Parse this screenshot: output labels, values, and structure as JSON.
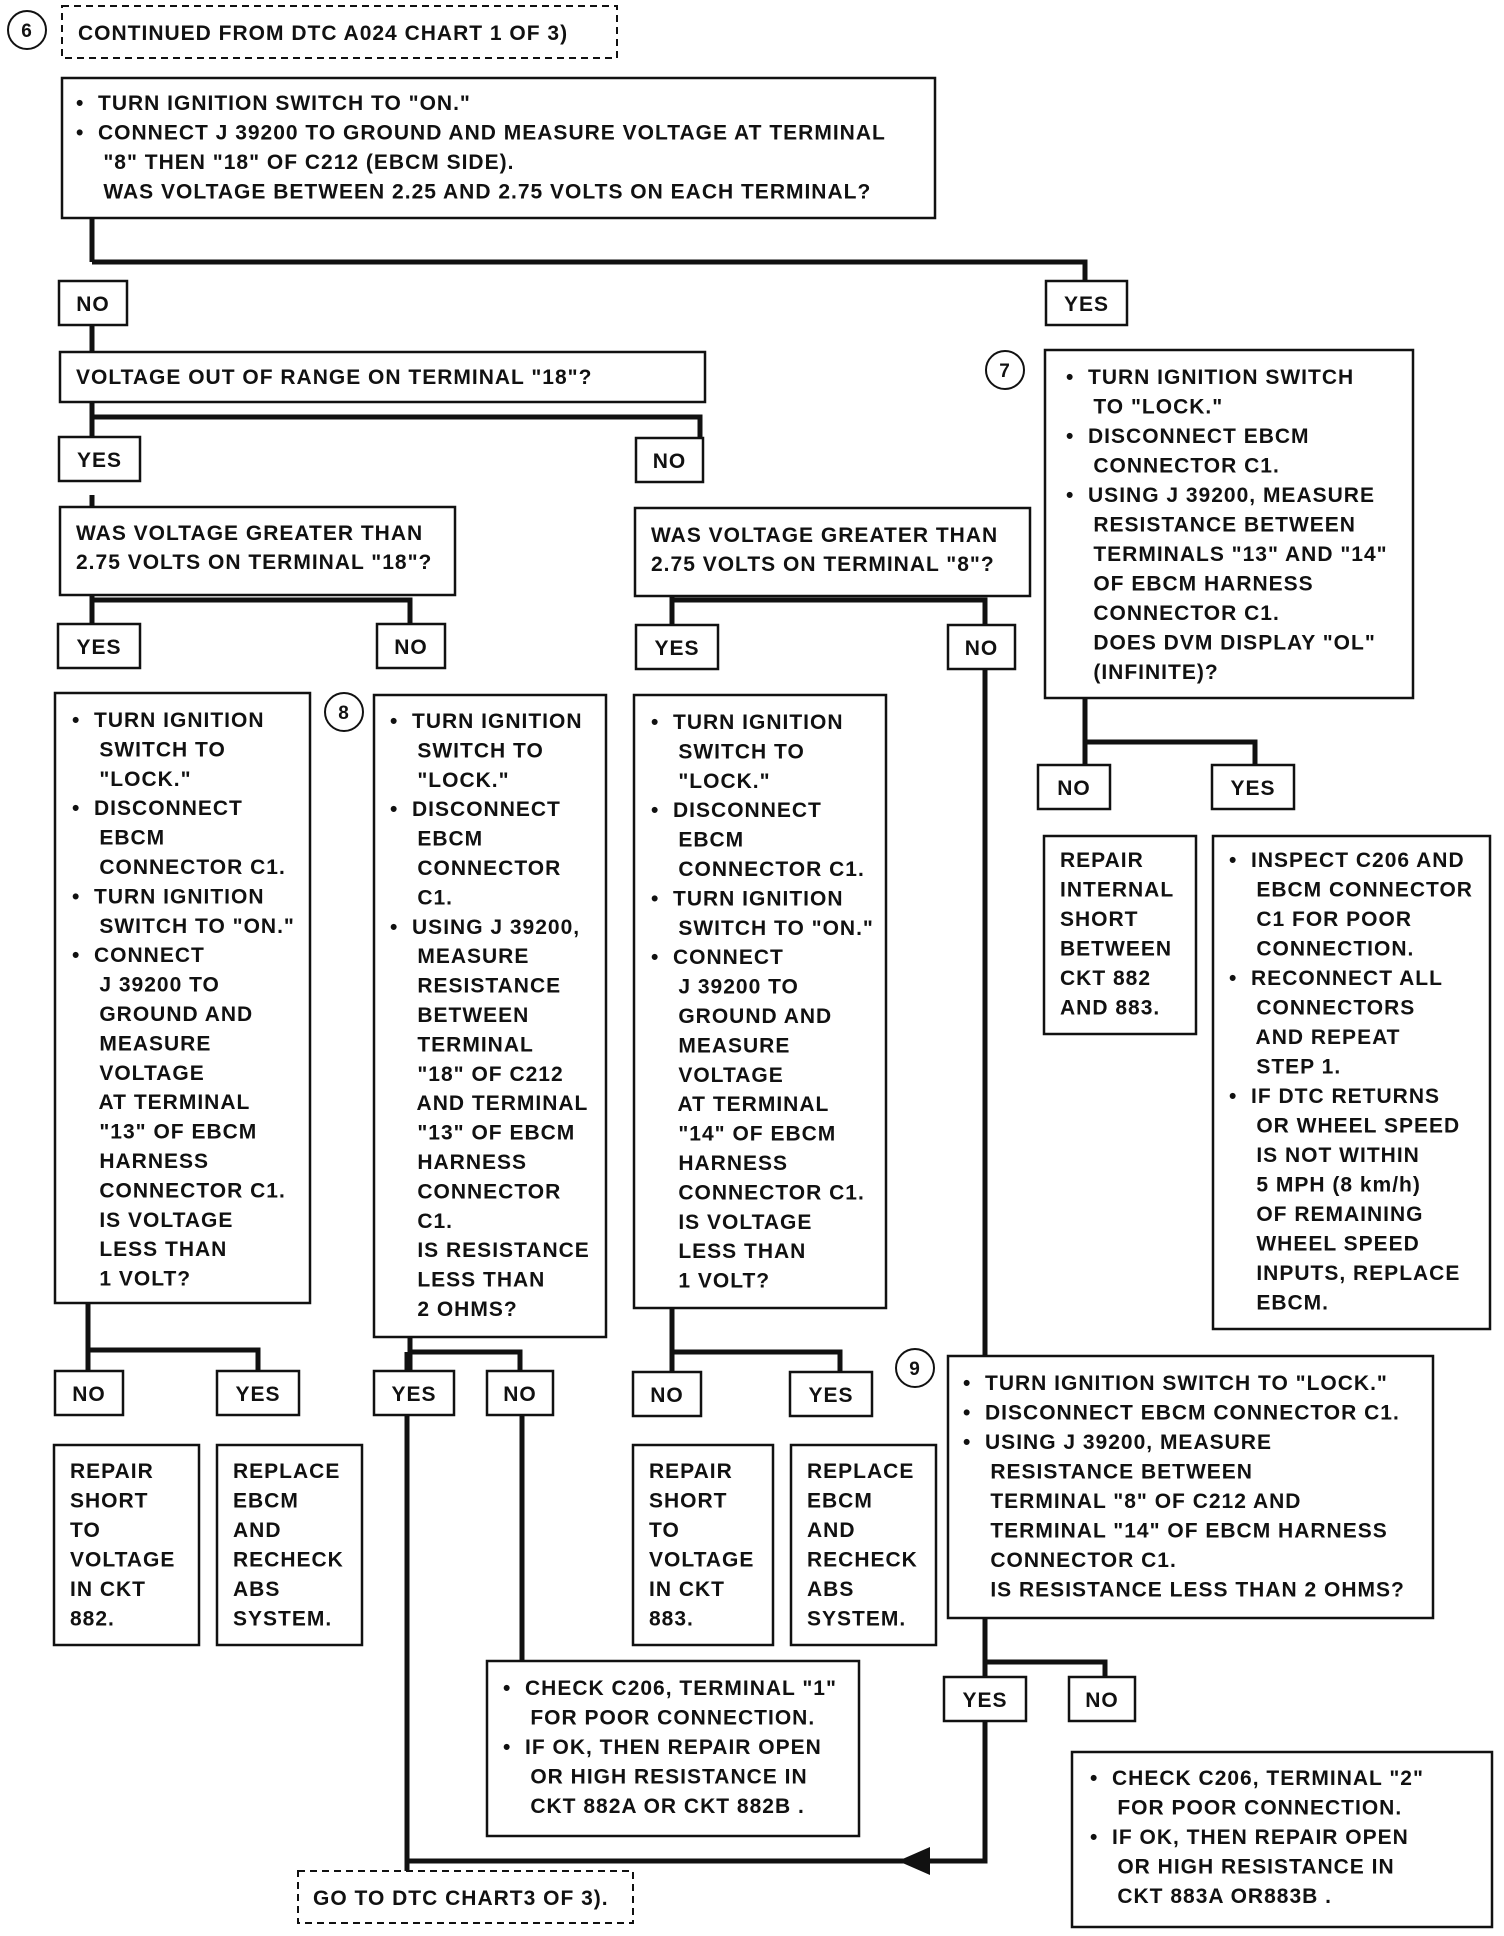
{
  "steps": {
    "s6": "6",
    "s7": "7",
    "s8": "8",
    "s9": "9"
  },
  "header": "CONTINUED FROM DTC A024 CHART  1 OF 3)",
  "footer": "GO TO DTC CHART3 OF 3).",
  "labels": {
    "yes": "YES",
    "no": "NO"
  },
  "boxes": {
    "b1": [
      "•  TURN IGNITION SWITCH TO \"ON.\"",
      "•  CONNECT J 39200 TO GROUND AND MEASURE VOLTAGE AT TERMINAL",
      "    \"8\" THEN \"18\" OF C212 (EBCM SIDE).",
      "    WAS VOLTAGE BETWEEN 2.25 AND 2.75 VOLTS ON EACH TERMINAL?"
    ],
    "q18": [
      "VOLTAGE OUT OF RANGE ON TERMINAL \"18\"?"
    ],
    "gt18": [
      "WAS VOLTAGE GREATER THAN",
      "2.75 VOLTS ON TERMINAL \"18\"?"
    ],
    "gt8": [
      "WAS VOLTAGE GREATER THAN",
      "2.75 VOLTS ON TERMINAL \"8\"?"
    ],
    "s7": [
      "•  TURN IGNITION SWITCH",
      "    TO \"LOCK.\"",
      "•  DISCONNECT EBCM",
      "    CONNECTOR C1.",
      "•  USING J 39200, MEASURE",
      "    RESISTANCE BETWEEN",
      "    TERMINALS \"13\" AND \"14\"",
      "    OF EBCM HARNESS",
      "    CONNECTOR C1.",
      "    DOES DVM DISPLAY \"OL\"",
      "    (INFINITE)?"
    ],
    "c1": [
      "•  TURN IGNITION",
      "    SWITCH TO",
      "    \"LOCK.\"",
      "•  DISCONNECT",
      "    EBCM",
      "    CONNECTOR C1.",
      "•  TURN IGNITION",
      "    SWITCH TO \"ON.\"",
      "•  CONNECT",
      "    J 39200 TO",
      "    GROUND AND",
      "    MEASURE",
      "    VOLTAGE",
      "    AT TERMINAL",
      "    \"13\" OF EBCM",
      "    HARNESS",
      "    CONNECTOR C1.",
      "    IS VOLTAGE",
      "    LESS THAN",
      "    1 VOLT?"
    ],
    "c2": [
      "•  TURN IGNITION",
      "    SWITCH TO",
      "    \"LOCK.\"",
      "•  DISCONNECT",
      "    EBCM",
      "    CONNECTOR",
      "    C1.",
      "•  USING J 39200,",
      "    MEASURE",
      "    RESISTANCE",
      "    BETWEEN",
      "    TERMINAL",
      "    \"18\" OF C212",
      "    AND TERMINAL",
      "    \"13\" OF EBCM",
      "    HARNESS",
      "    CONNECTOR",
      "    C1.",
      "    IS RESISTANCE",
      "    LESS THAN",
      "    2 OHMS?"
    ],
    "c3": [
      "•  TURN IGNITION",
      "    SWITCH TO",
      "    \"LOCK.\"",
      "•  DISCONNECT",
      "    EBCM",
      "    CONNECTOR C1.",
      "•  TURN IGNITION",
      "    SWITCH TO \"ON.\"",
      "•  CONNECT",
      "    J 39200 TO",
      "    GROUND AND",
      "    MEASURE",
      "    VOLTAGE",
      "    AT TERMINAL",
      "    \"14\" OF EBCM",
      "    HARNESS",
      "    CONNECTOR C1.",
      "    IS VOLTAGE",
      "    LESS THAN",
      "    1 VOLT?"
    ],
    "repair_internal": [
      "REPAIR",
      "INTERNAL",
      "SHORT",
      "BETWEEN",
      "CKT 882",
      "AND 883."
    ],
    "inspect": [
      "•  INSPECT C206 AND",
      "    EBCM CONNECTOR",
      "    C1 FOR POOR",
      "    CONNECTION.",
      "•  RECONNECT ALL",
      "    CONNECTORS",
      "    AND REPEAT",
      "    STEP 1.",
      "•  IF DTC RETURNS",
      "    OR WHEEL SPEED",
      "    IS NOT WITHIN",
      "    5 MPH (8 km/h)",
      "    OF REMAINING",
      "    WHEEL SPEED",
      "    INPUTS, REPLACE",
      "    EBCM."
    ],
    "s9": [
      "•  TURN IGNITION SWITCH TO \"LOCK.\"",
      "•  DISCONNECT EBCM CONNECTOR C1.",
      "•  USING J 39200, MEASURE",
      "    RESISTANCE BETWEEN",
      "    TERMINAL \"8\" OF C212 AND",
      "    TERMINAL \"14\" OF EBCM HARNESS",
      "    CONNECTOR C1.",
      "    IS RESISTANCE LESS THAN 2 OHMS?"
    ],
    "r882": [
      "REPAIR",
      "SHORT",
      "TO",
      "VOLTAGE",
      "IN CKT",
      "882."
    ],
    "rep1": [
      "REPLACE",
      "EBCM",
      "AND",
      "RECHECK",
      "ABS",
      "SYSTEM."
    ],
    "r883": [
      "REPAIR",
      "SHORT",
      "TO",
      "VOLTAGE",
      "IN CKT",
      "883."
    ],
    "rep2": [
      "REPLACE",
      "EBCM",
      "AND",
      "RECHECK",
      "ABS",
      "SYSTEM."
    ],
    "chk1": [
      "•  CHECK C206, TERMINAL \"1\"",
      "    FOR POOR CONNECTION.",
      "•  IF OK, THEN REPAIR OPEN",
      "    OR HIGH RESISTANCE IN",
      "    CKT 882A OR CKT 882B ."
    ],
    "chk2": [
      "•  CHECK C206, TERMINAL \"2\"",
      "    FOR POOR CONNECTION.",
      "•  IF OK, THEN REPAIR OPEN",
      "    OR HIGH RESISTANCE IN",
      "    CKT 883A OR883B ."
    ]
  }
}
